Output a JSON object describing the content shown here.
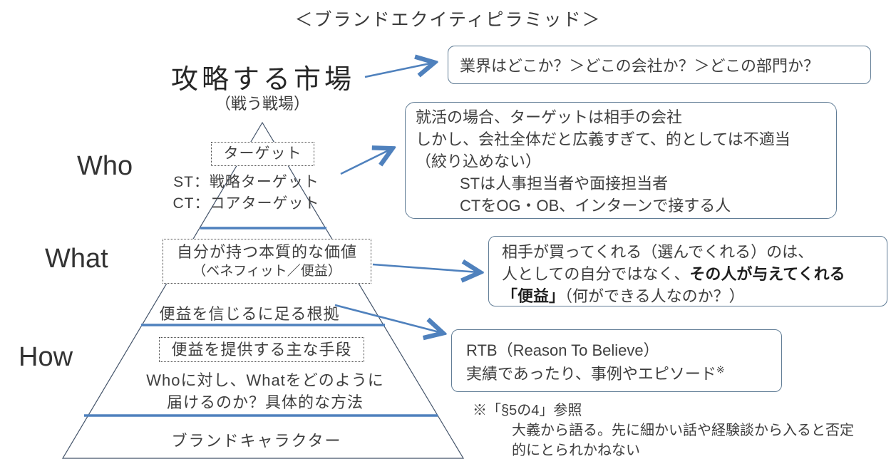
{
  "title": "＜ブランドエクイティピラミッド＞",
  "colors": {
    "accent_line": "#4f81bd",
    "pyramid_outline": "#44546a",
    "callout_border": "#617d96",
    "text": "#3f3f3f"
  },
  "market": {
    "heading": "攻略する市場",
    "subheading": "（戦う戦場）"
  },
  "row_labels": {
    "who": "Who",
    "what": "What",
    "how": "How"
  },
  "pyramid": {
    "target_label": "ターゲット",
    "st_line": "ST：戦略ターゲット",
    "ct_line": "CT：コアターゲット",
    "value_line1": "自分が持つ本質的な価値",
    "value_line2": "（ベネフィット／便益）",
    "evidence_line": "便益を信じるに足る根拠",
    "means_label": "便益を提供する主な手段",
    "how_line1": "Whoに対し、Whatをどのように",
    "how_line2": "届けるのか？具体的な方法",
    "base_label": "ブランドキャラクター"
  },
  "callouts": {
    "market_note": "業界はどこか？＞どこの会社か？＞どこの部門か？",
    "target_note": {
      "line1": "就活の場合、ターゲットは相手の会社",
      "line2": "しかし、会社全体だと広義すぎて、的としては不適当",
      "line3": "（絞り込めない）",
      "line4": "STは人事担当者や面接担当者",
      "line5": "CTをOG・OB、インターンで接する人"
    },
    "benefit_note": {
      "line1": "相手が買ってくれる（選んでくれる）のは、",
      "line2_normal": "人としての自分ではなく、",
      "line2_bold": "その人が与えてくれる",
      "line3_bold": "「便益」",
      "line3_normal": "（何ができる人なのか？）"
    },
    "rtb_note": {
      "line1": "RTB（Reason To Believe）",
      "line2": "実績であったり、事例やエピソード",
      "line2_marker": "※"
    }
  },
  "footnote": {
    "line1": "※「§5の4」参照",
    "line2": "大義から語る。先に細かい話や経験談から入ると否定",
    "line3": "的にとられかねない"
  }
}
